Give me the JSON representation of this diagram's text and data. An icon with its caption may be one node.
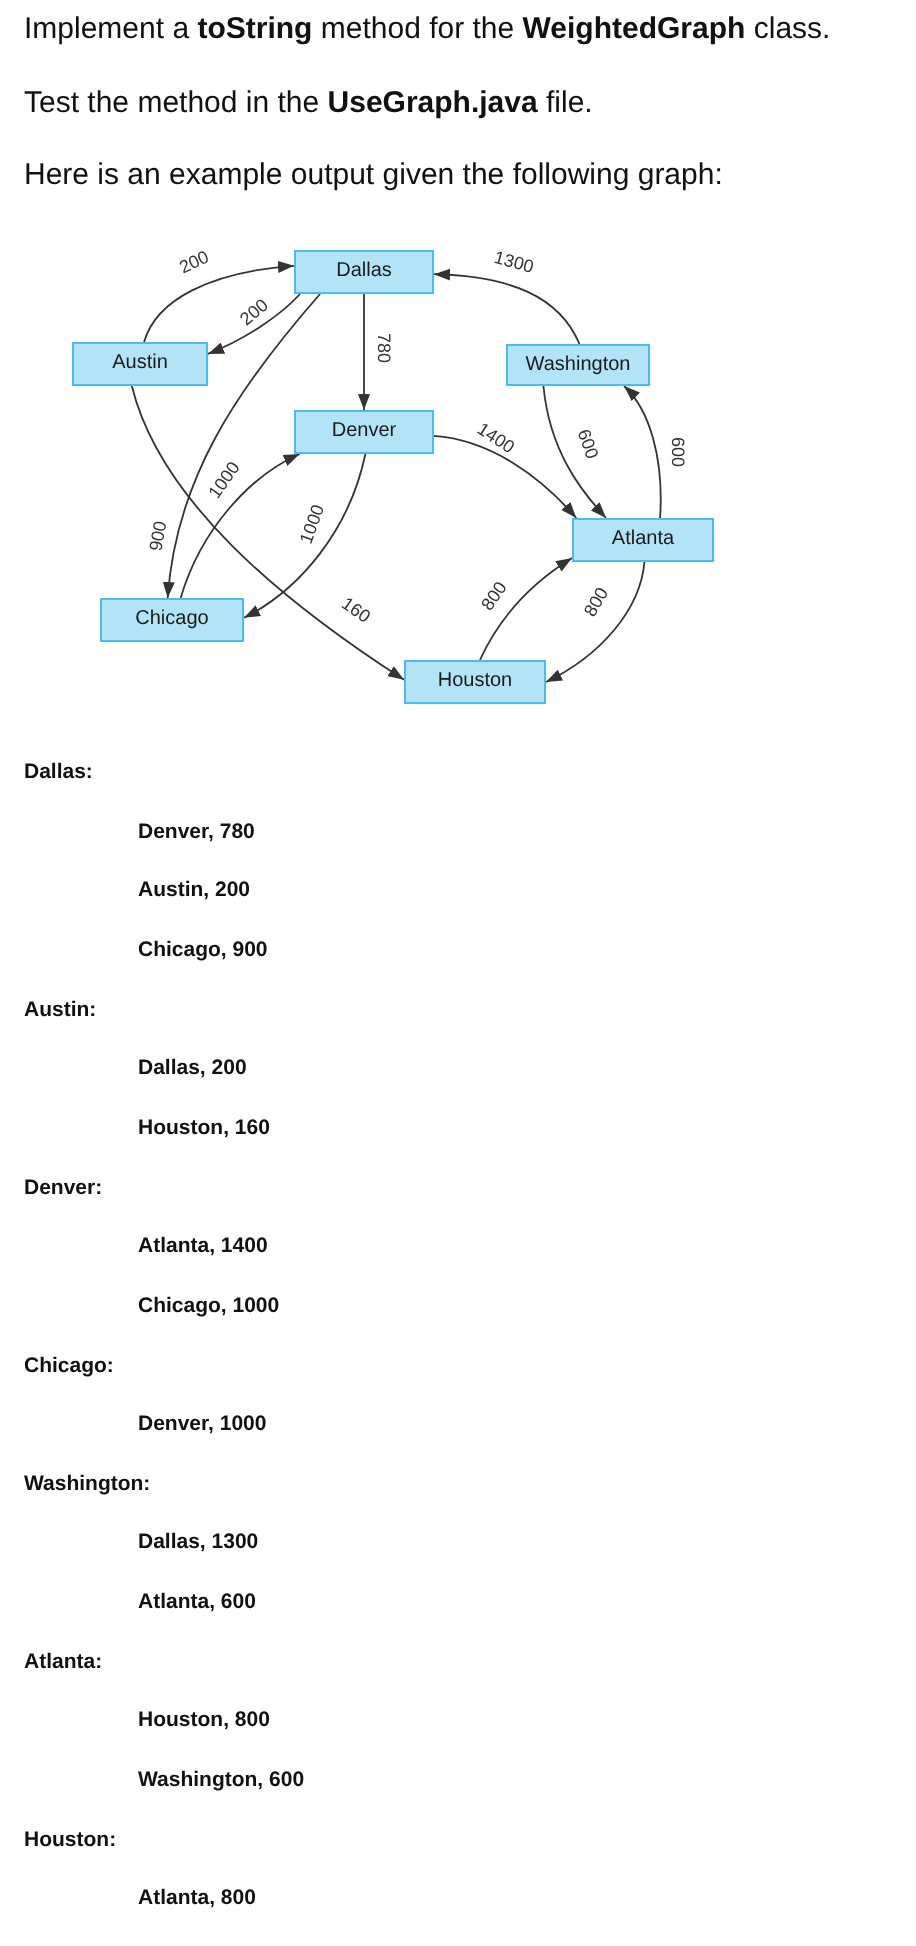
{
  "diagram": {
    "nodes": [
      {
        "text": [
          "Dallas"
        ]
      },
      {
        "text": [
          "Austin"
        ]
      },
      {
        "text": [
          "Washington"
        ]
      },
      {
        "text": [
          "Denver"
        ]
      },
      {
        "text": [
          "Atlanta"
        ]
      },
      {
        "text": [
          "Chicago"
        ]
      },
      {
        "text": [
          "Houston"
        ]
      }
    ],
    "edges": [
      {
        "from": 0,
        "to": 3,
        "arrow": "to",
        "label": "780"
      },
      {
        "from": 0,
        "to": 1,
        "arrow": "to",
        "label": "200"
      },
      {
        "from": 0,
        "to": 5,
        "arrow": "to",
        "label": "900"
      },
      {
        "from": 1,
        "to": 0,
        "arrow": "to",
        "label": "200"
      },
      {
        "from": 1,
        "to": 6,
        "arrow": "to",
        "label": "160"
      },
      {
        "from": 3,
        "to": 4,
        "arrow": "to",
        "label": "1400"
      },
      {
        "from": 3,
        "to": 5,
        "arrow": "to",
        "label": "1000"
      },
      {
        "from": 5,
        "to": 3,
        "arrow": "to",
        "label": "1000"
      },
      {
        "from": 2,
        "to": 0,
        "arrow": "to",
        "label": "1300"
      },
      {
        "from": 2,
        "to": 4,
        "arrow": "to",
        "label": "600"
      },
      {
        "from": 4,
        "to": 6,
        "arrow": "to",
        "label": "800"
      },
      {
        "from": 4,
        "to": 2,
        "arrow": "to",
        "label": "600"
      },
      {
        "from": 6,
        "to": 4,
        "arrow": "to",
        "label": "800"
      }
    ],
    "labels": [
      "Implement a **toString** method for the **WeightedGraph** class.",
      "Test the method in the **UseGraph.java** file.",
      "Here is an example output given the following graph:",
      "Dallas:",
      "Denver, 780",
      "Austin, 200",
      "Chicago, 900",
      "Austin:",
      "Dallas, 200",
      "Houston, 160",
      "Denver:",
      "Atlanta, 1400",
      "Chicago, 1000",
      "Chicago:",
      "Denver, 1000",
      "Washington:",
      "Dallas, 1300",
      "Atlanta, 600",
      "Atlanta:",
      "Houston, 800",
      "Washington, 600",
      "Houston:",
      "Atlanta, 800"
    ]
  }
}
